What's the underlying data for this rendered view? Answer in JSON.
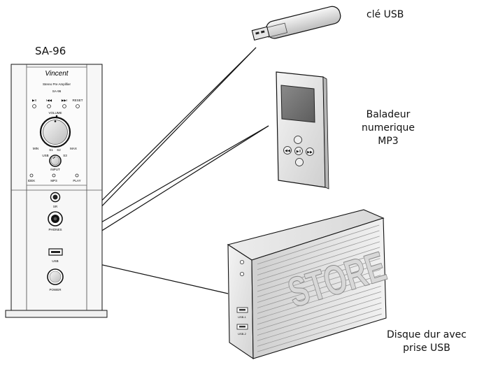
{
  "amplifier": {
    "model_title": "SA-96",
    "brand": "Vincent",
    "subtitle": "Stereo Pre Amplifier",
    "model_small": "SA-96",
    "top_buttons": [
      "▶II",
      "I◀◀",
      "▶▶I",
      "RESET"
    ],
    "volume_label": "VOLUME",
    "min_label": "MIN",
    "max_label": "MAX",
    "input_positions": [
      "S1",
      "S2",
      "USB",
      "S3"
    ],
    "input_label": "INPUT",
    "mode_leds": [
      "IDEK",
      "MP3",
      "PLAY"
    ],
    "sr_label": "SR",
    "phones_label": "PHONES",
    "usb_label": "USB",
    "power_label": "POWER"
  },
  "devices": {
    "usb_key_label": "clé USB",
    "mp3_label_lines": [
      "Baladeur",
      "numerique",
      "MP3"
    ],
    "disk_label_lines": [
      "Disque dur avec",
      "prise USB"
    ],
    "disk_brand": "STORE",
    "disk_ports": [
      "USB-1",
      "USB-2"
    ]
  }
}
